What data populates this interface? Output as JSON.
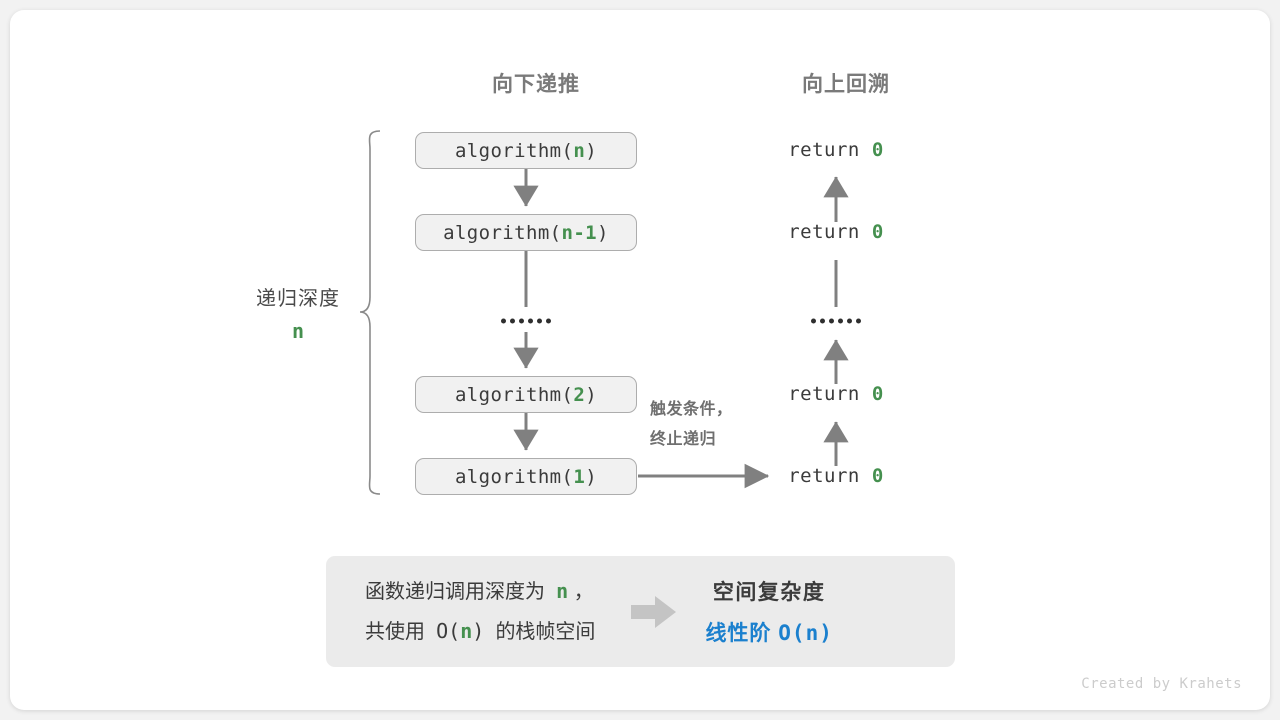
{
  "diagram": {
    "headers": {
      "left": "向下递推",
      "right": "向上回溯"
    },
    "depth_label": {
      "text": "递归深度",
      "value": "n"
    },
    "call_stack": [
      {
        "prefix": "algorithm(",
        "arg": "n",
        "suffix": ")"
      },
      {
        "prefix": "algorithm(",
        "arg": "n-1",
        "suffix": ")"
      },
      {
        "prefix": "algorithm(",
        "arg": "2",
        "suffix": ")"
      },
      {
        "prefix": "algorithm(",
        "arg": "1",
        "suffix": ")"
      }
    ],
    "returns": [
      {
        "keyword": "return",
        "value": "0"
      },
      {
        "keyword": "return",
        "value": "0"
      },
      {
        "keyword": "return",
        "value": "0"
      },
      {
        "keyword": "return",
        "value": "0"
      }
    ],
    "ellipsis_dot_count": 6,
    "trigger_note": {
      "line1": "触发条件，",
      "line2": "终止递归"
    }
  },
  "summary": {
    "left_line1_a": "函数递归调用深度为",
    "left_line1_n": "n",
    "left_line1_b": "，",
    "left_line2_a": "共使用",
    "left_line2_o": "O(",
    "left_line2_n": "n",
    "left_line2_c": ")",
    "left_line2_b": "的栈帧空间",
    "right_title": "空间复杂度",
    "right_value_label": "线性阶",
    "right_value_expr": "O(n)"
  },
  "credit": "Created by Krahets",
  "colors": {
    "green": "#45904f",
    "blue": "#1b80ce",
    "gray_text": "#7a7a7a",
    "arrow": "#808080",
    "box_fill": "#f1f1f1",
    "box_border": "#adadad",
    "summary_fill": "#ebebeb",
    "summary_arrow": "#c4c4c4"
  }
}
